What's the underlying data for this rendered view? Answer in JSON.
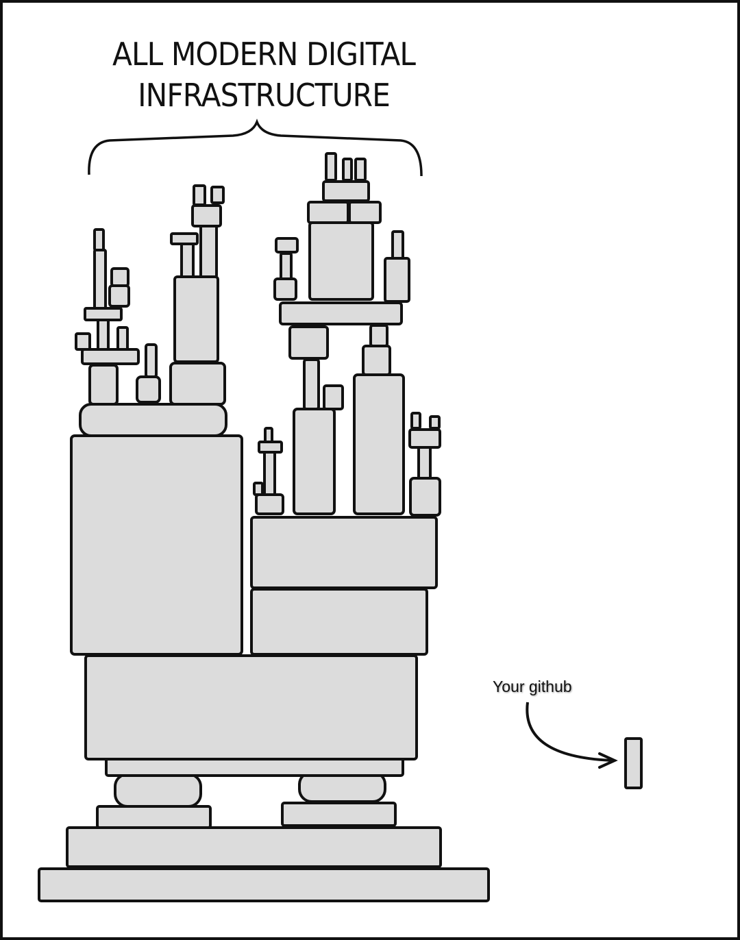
{
  "comic": {
    "title_line1": "ALL MODERN DIGITAL",
    "title_line2": "INFRASTRUCTURE",
    "annotation": "Your github",
    "block_fill": "#dcdcdc",
    "ink": "#111111"
  }
}
